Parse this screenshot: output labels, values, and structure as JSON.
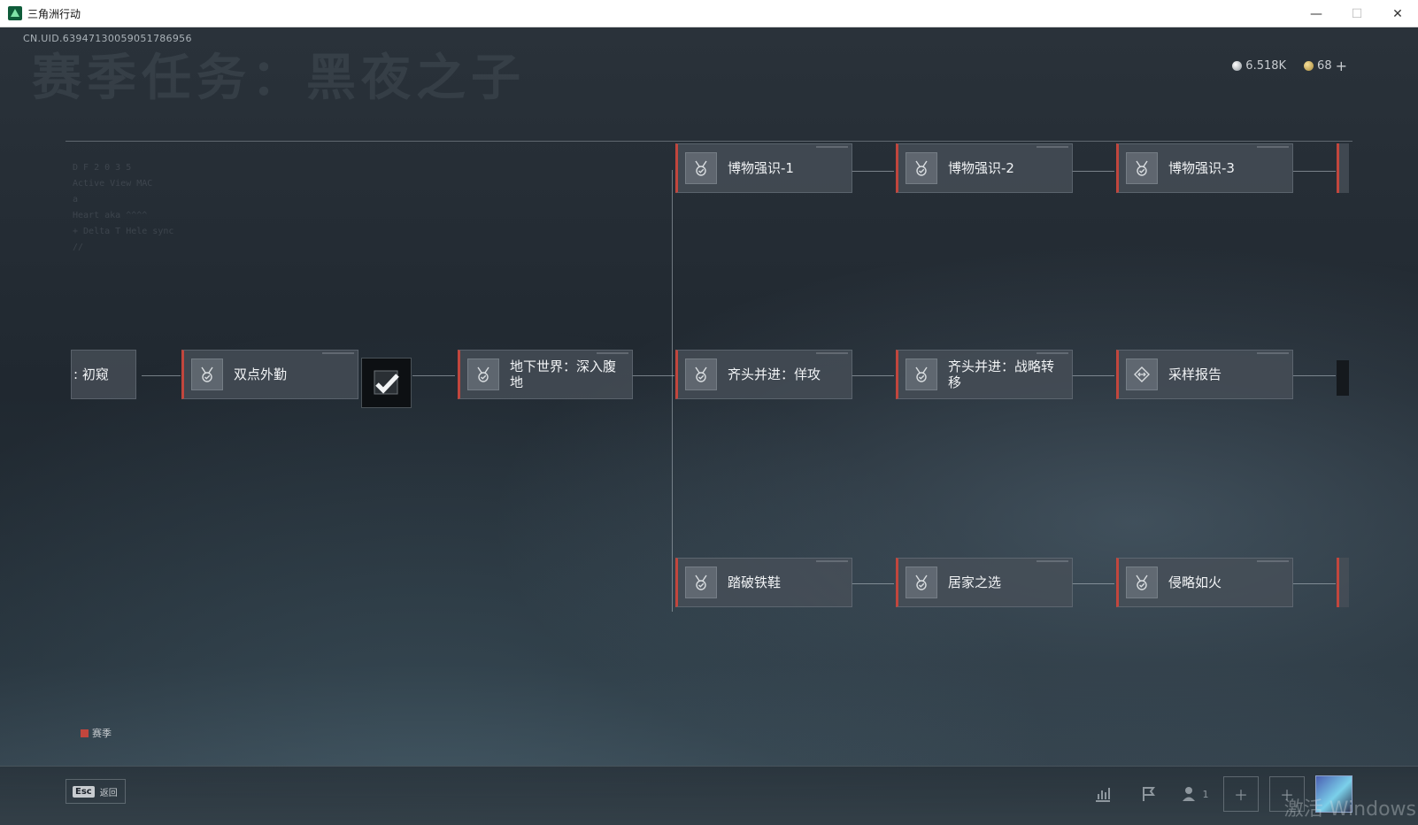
{
  "window": {
    "title": "三角洲行动",
    "minimize": "—",
    "maximize": "☐",
    "close": "✕"
  },
  "header": {
    "uid": "CN.UID.6394713005905178695​6",
    "bg_title": "赛季任务：黑夜之子",
    "currency_silver": "6.518K",
    "currency_gold": "68",
    "currency_add": "+"
  },
  "nodes": {
    "r1c1": "博物强识-1",
    "r1c2": "博物强识-2",
    "r1c3": "博物强识-3",
    "start": "初窥",
    "start_prefix": ":",
    "r2a": "双点外勤",
    "r2b": "地下世界：深入腹地",
    "r2c1": "齐头并进：佯攻",
    "r2c2": "齐头并进：战略转移",
    "r2c3": "采样报告",
    "r3c1": "踏破铁鞋",
    "r3c2": "居家之选",
    "r3c3": "侵略如火"
  },
  "legend": {
    "label": "赛季",
    "color": "#c2463d"
  },
  "bottombar": {
    "esc_key": "Esc",
    "esc_label": "返回",
    "friend_count": "1",
    "watermark": "激活 Windows"
  },
  "deco": {
    "line1": "D F  2  0  3  5",
    "line2": "Active View MAC",
    "line3": "a",
    "line4": "Heart  aka ^^^^",
    "line5": "+ Delta T  Hele sync",
    "line6": "//"
  },
  "colors": {
    "accent_red": "#c2463d",
    "node_bg": "#484f57",
    "bg": "#1c232b"
  },
  "icons": {
    "task": "medal-check-icon",
    "report": "diamond-arrows-icon",
    "completed": "checkmark-icon"
  }
}
